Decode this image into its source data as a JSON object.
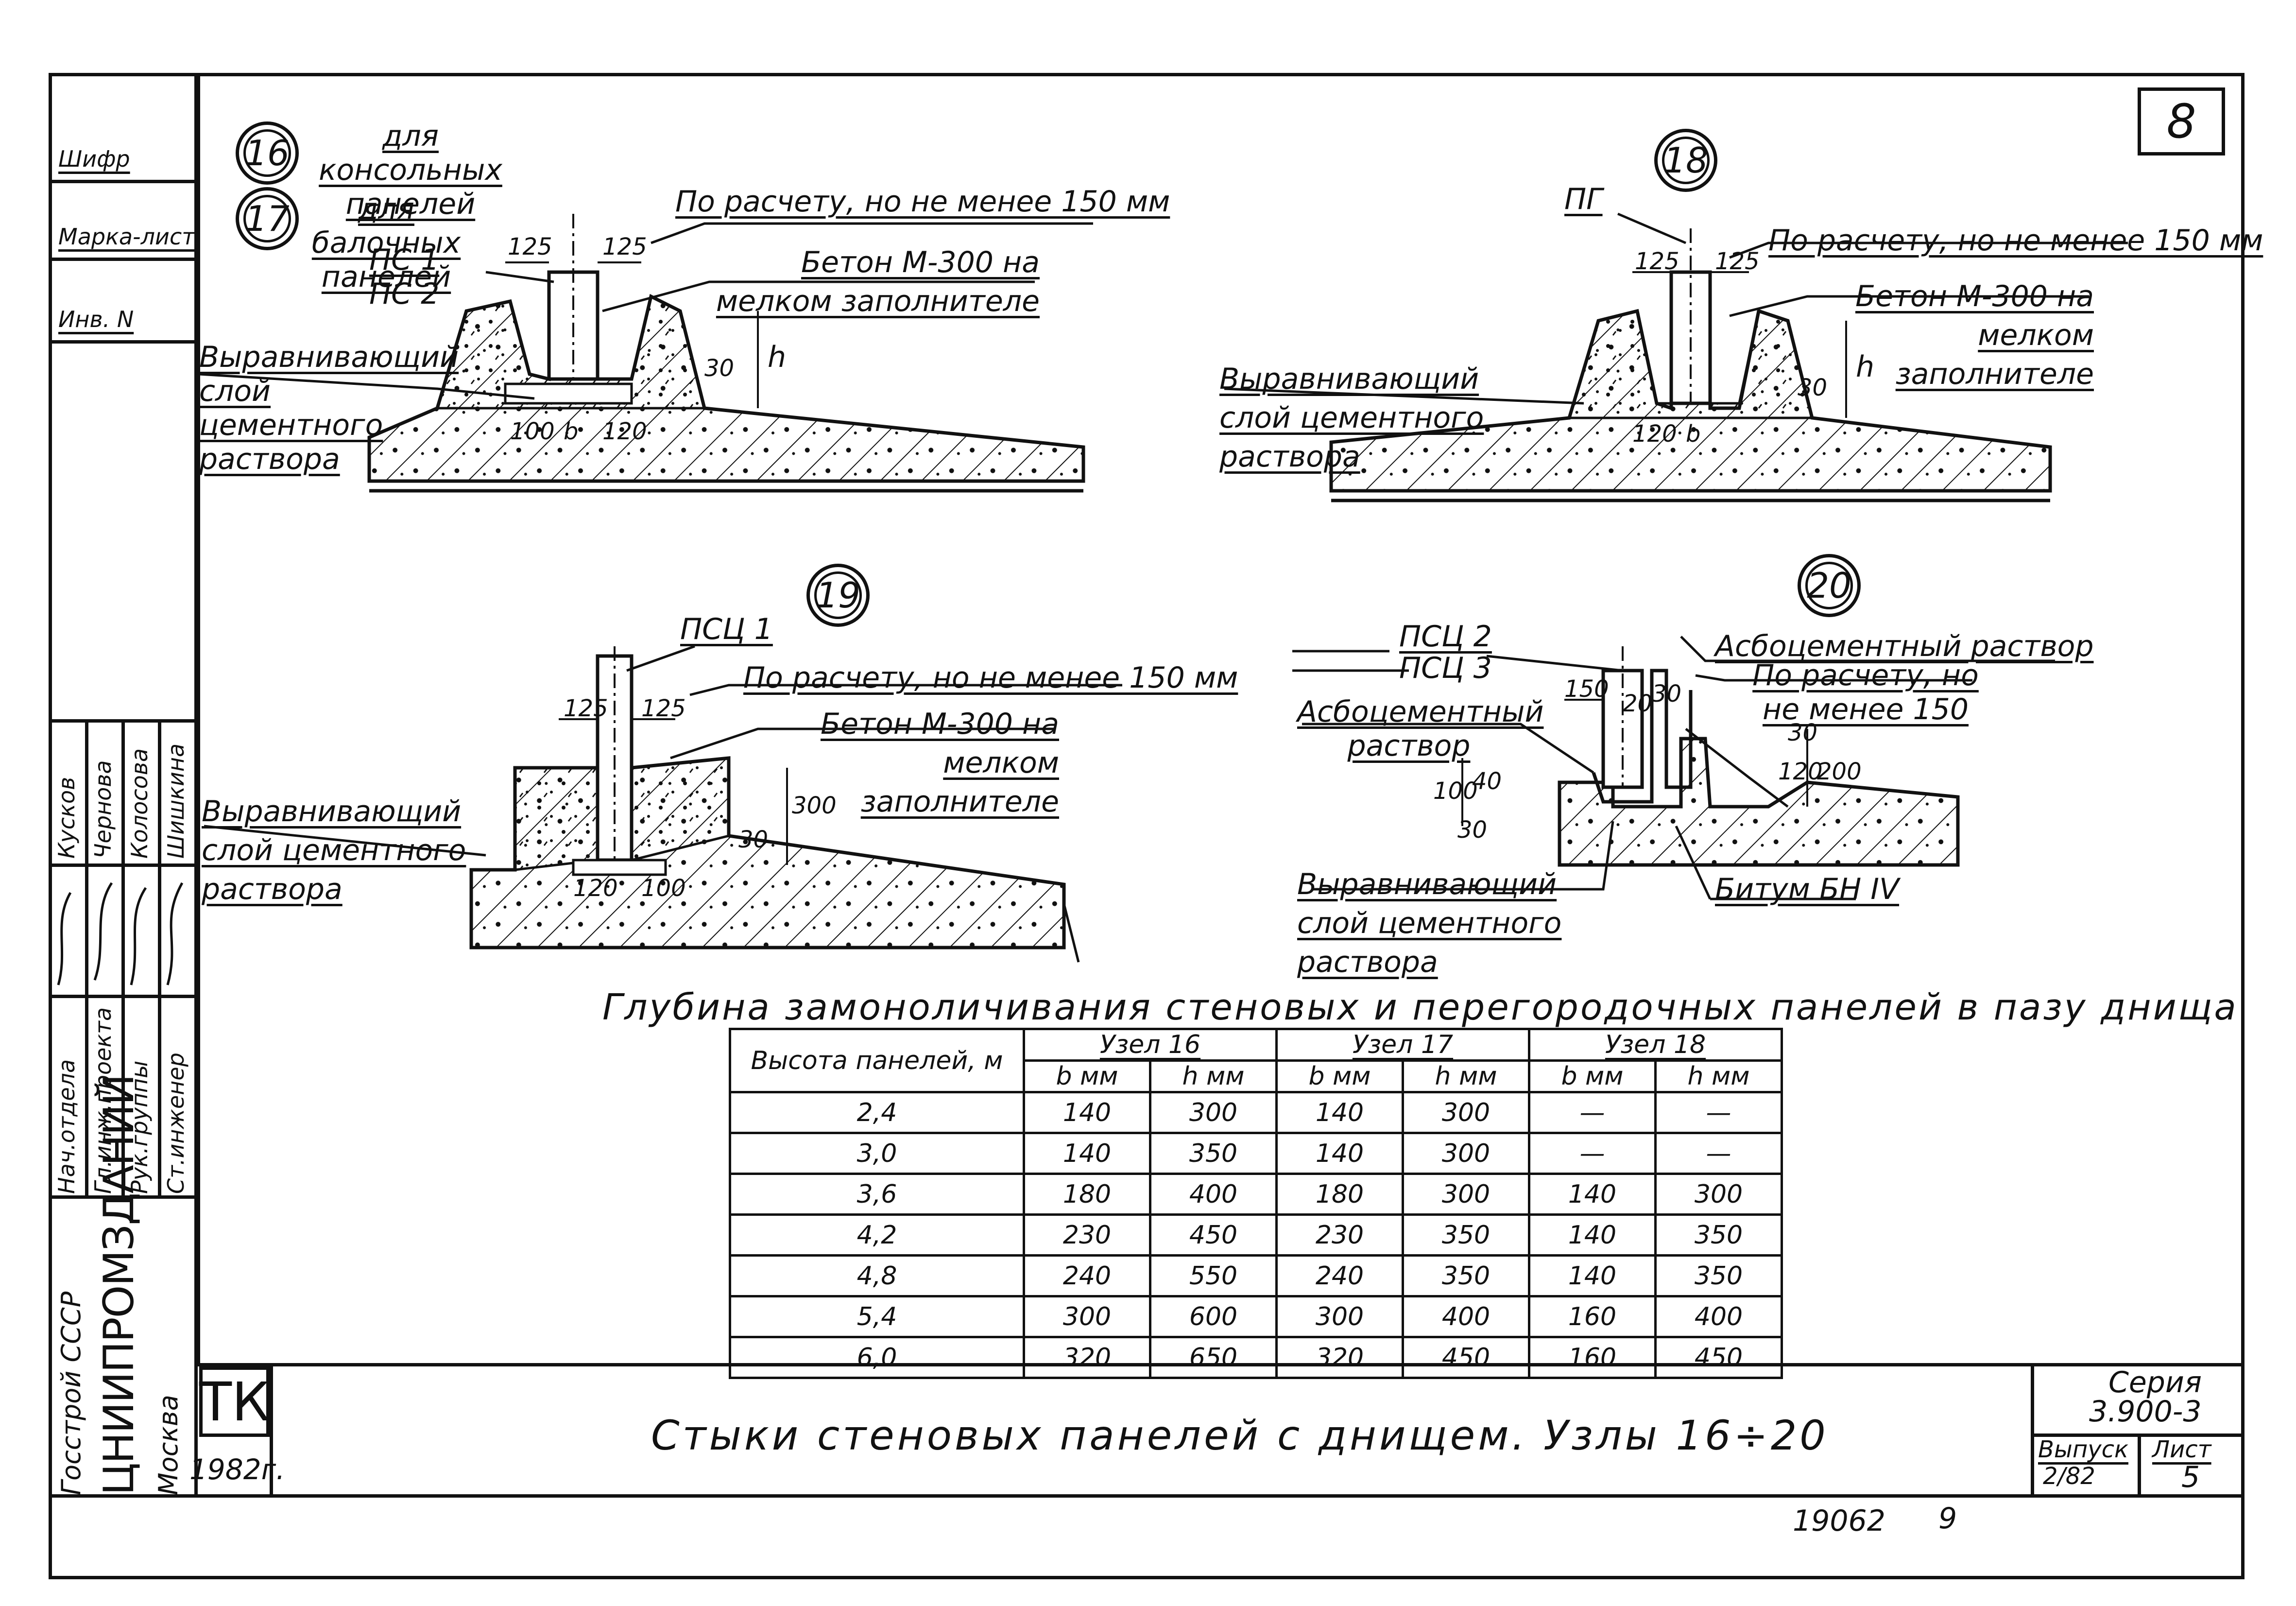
{
  "sheet": {
    "sheet_number": "8",
    "left_stamp": [
      "Шифр",
      "Марка-лист",
      "Инв. N"
    ],
    "year": "1982г.",
    "org_logo": "ТК",
    "org_lines": [
      "Госстрой СССР",
      "ЦНИИПРОМЗДАНИЙ",
      "Москва"
    ],
    "approvals": {
      "roles": [
        "Нач.отдела",
        "Гл.инж.проекта",
        "Рук.группы",
        "Ст.инженер"
      ],
      "names": [
        "Кусков",
        "Чернова",
        "Колосова",
        "Шишкина"
      ]
    },
    "title": "Стыки стеновых панелей с днищем. Узлы 16÷20",
    "series_label": "Серия",
    "series_value": "3.900-3",
    "issue_label": "Выпуск",
    "issue_value": "2/82",
    "sheet_label": "Лист",
    "sheet_value": "5",
    "doc_code": "19062",
    "page_num": "9"
  },
  "details": {
    "n16": "16",
    "n17": "17",
    "n18": "18",
    "n19": "19",
    "n20": "20",
    "d16_17": {
      "for_console": "для консольных панелей",
      "for_beam": "для балочных панелей",
      "ps1": "ПС 1",
      "ps2": "ПС 2",
      "calc": "По расчету, но не менее 150 мм",
      "concrete": "Бетон М-300 на мелком заполнителе",
      "level": "Выравнивающий слой цементного раствора",
      "dim125a": "125",
      "dim125b": "125",
      "dim_b": "b",
      "dim_h": "h",
      "dim30": "30",
      "dim100": "100",
      "dim120": "120"
    },
    "d18": {
      "pg": "ПГ",
      "calc": "По расчету, но не менее 150 мм",
      "concrete": "Бетон М-300 на мелком заполнителе",
      "level": "Выравнивающий слой цементного раствора",
      "dim125a": "125",
      "dim125b": "125",
      "dim_b": "b",
      "dim_h": "h",
      "dim30": "30",
      "dim120": "120"
    },
    "d19": {
      "psc1": "ПСЦ 1",
      "calc": "По расчету, но не менее 150 мм",
      "concrete": "Бетон М-300 на мелком заполнителе",
      "level": "Выравнивающий слой цементного раствора",
      "dim125a": "125",
      "dim125b": "125",
      "dim300": "300",
      "dim30": "30",
      "dim120": "120",
      "dim100": "100"
    },
    "d20": {
      "psc2": "ПСЦ 2",
      "psc3": "ПСЦ 3",
      "asb_top": "Асбоцементный раствор",
      "calc": "По расчету, но не менее 150",
      "asb_left": "Асбоцементный раствор",
      "level": "Выравнивающий слой цементного раствора",
      "bitumen": "Битум БН IV",
      "dim150": "150",
      "dim30": "30",
      "dim20": "20",
      "dim40": "40",
      "dim100": "100",
      "dim120": "120",
      "dim30b": "30",
      "dim200": "200",
      "dim30c": "30"
    }
  },
  "table": {
    "title": "Глубина замоноличивания стеновых и перегородочных панелей в пазу днища",
    "row_header": "Высота панелей, м",
    "groups": [
      "Узел 16",
      "Узел 17",
      "Узел 18"
    ],
    "subheaders": [
      "b мм",
      "h мм",
      "b мм",
      "h мм",
      "b мм",
      "h мм"
    ],
    "rows": [
      [
        "2,4",
        "140",
        "300",
        "140",
        "300",
        "—",
        "—"
      ],
      [
        "3,0",
        "140",
        "350",
        "140",
        "300",
        "—",
        "—"
      ],
      [
        "3,6",
        "180",
        "400",
        "180",
        "300",
        "140",
        "300"
      ],
      [
        "4,2",
        "230",
        "450",
        "230",
        "350",
        "140",
        "350"
      ],
      [
        "4,8",
        "240",
        "550",
        "240",
        "350",
        "140",
        "350"
      ],
      [
        "5,4",
        "300",
        "600",
        "300",
        "400",
        "160",
        "400"
      ],
      [
        "6,0",
        "320",
        "650",
        "320",
        "450",
        "160",
        "450"
      ]
    ]
  }
}
